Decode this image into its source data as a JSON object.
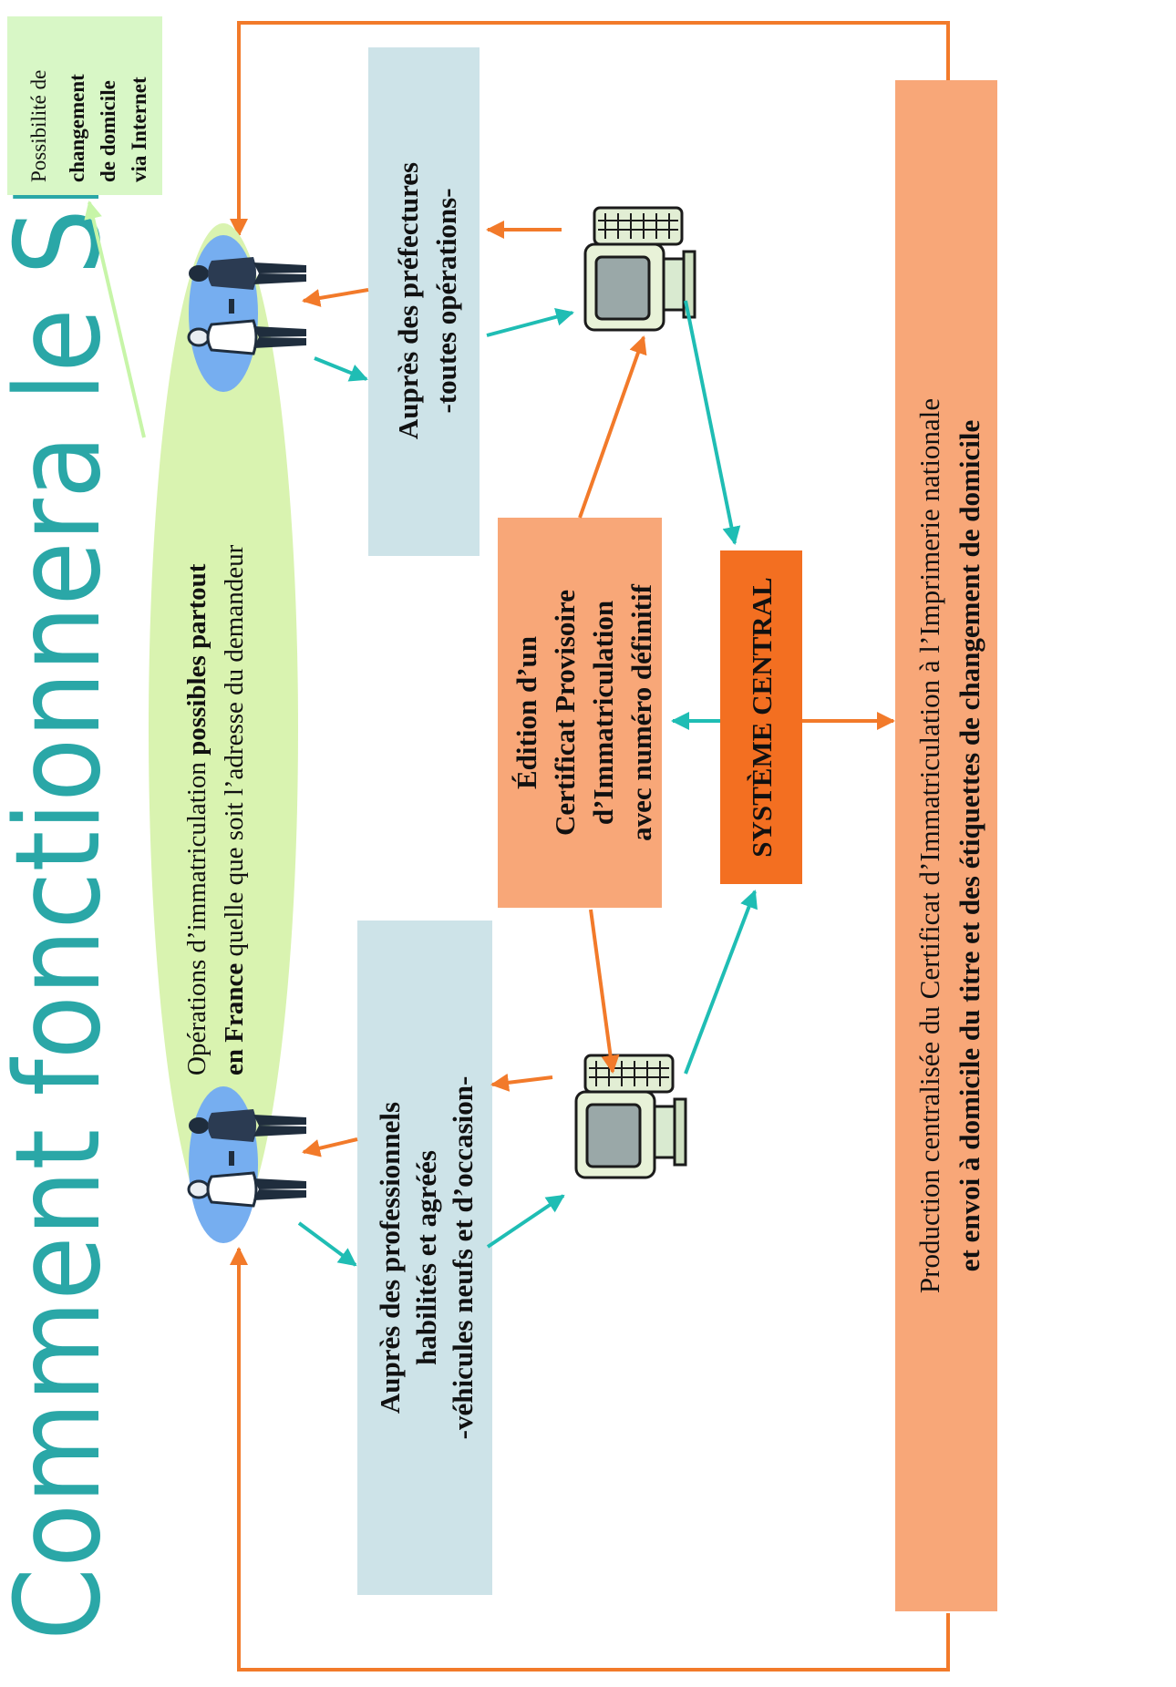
{
  "title": "Comment fonctionnera le SIV ?",
  "colors": {
    "orange_arrow": "#f27a2a",
    "teal_arrow": "#1fbdb4",
    "title_teal": "#2aa7a7",
    "light_green": "#d8f7c6",
    "pale_blue": "#cde3e8",
    "salmon": "#f8a778",
    "central_orange": "#f36f21",
    "oval_green": "#d9f3b0",
    "oval_blue": "#76aef0"
  },
  "internet_note": {
    "lines": [
      {
        "text": "Possibilité de",
        "bold": false
      },
      {
        "text": "changement",
        "bold": true
      },
      {
        "text": "de domicile",
        "bold": true
      },
      {
        "text": "via Internet",
        "bold": true
      }
    ]
  },
  "operations": {
    "line1_normal": "Opérations d’immatriculation ",
    "line1_bold": "possibles partout",
    "line2_bold": "en France",
    "line2_normal": " quelle que soit l’adresse du demandeur"
  },
  "prefectures": {
    "line1": "Auprès des préfectures",
    "line2": "-toutes opérations-"
  },
  "professionnels": {
    "line1": "Auprès des professionnels",
    "line2": "habilités et agréés",
    "line3": "-véhicules neufs et d’occasion-"
  },
  "edition": {
    "line1": "Édition d’un",
    "line2": "Certificat Provisoire",
    "line3": "d’Immatriculation",
    "line4": "avec numéro définitif"
  },
  "central": {
    "label": "SYSTÈME CENTRAL"
  },
  "production": {
    "line1": "Production centralisée du Certificat d’Immatriculation à l’Imprimerie nationale",
    "line2": "et envoi à domicile du titre et des étiquettes de changement de domicile"
  },
  "icons": {
    "people_top": "handshake-people-icon",
    "people_bottom": "handshake-people-icon",
    "computer_top": "computer-icon",
    "computer_bottom": "computer-icon"
  }
}
